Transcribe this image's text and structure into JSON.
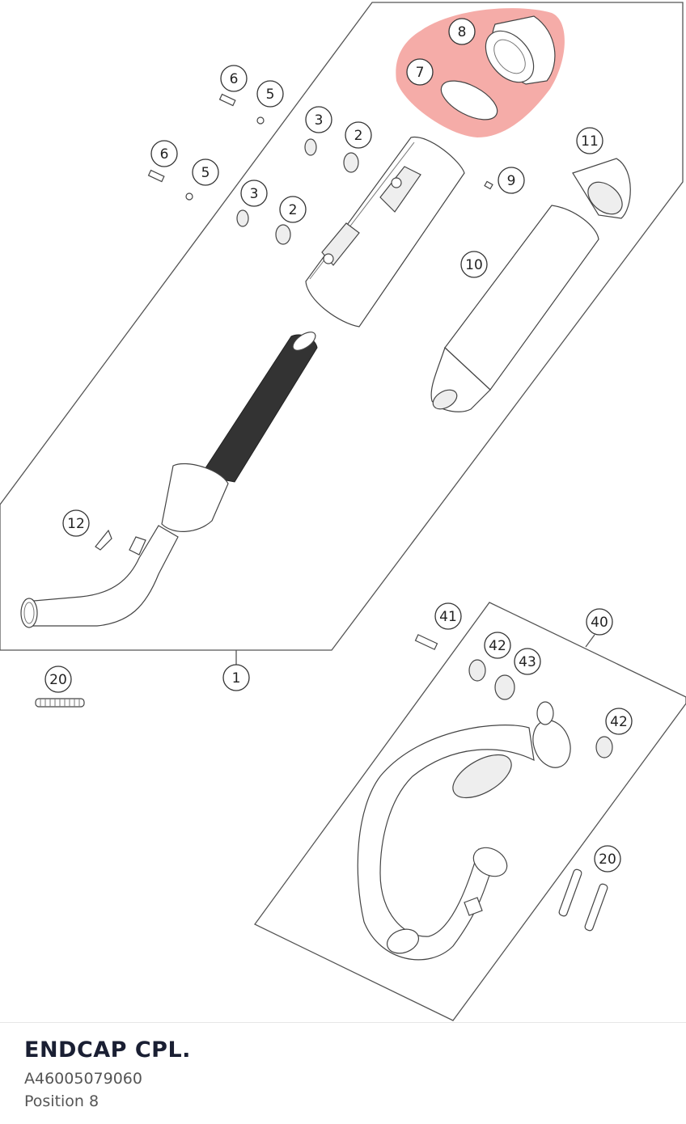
{
  "diagram": {
    "callouts": [
      "1",
      "2",
      "2",
      "3",
      "3",
      "5",
      "5",
      "6",
      "6",
      "7",
      "8",
      "9",
      "10",
      "11",
      "12",
      "20",
      "20",
      "40",
      "41",
      "42",
      "42",
      "43"
    ],
    "highlighted_position": "8",
    "highlight_color": "#e8473f"
  },
  "part": {
    "name": "ENDCAP CPL.",
    "number": "A46005079060",
    "position_label": "Position 8"
  }
}
